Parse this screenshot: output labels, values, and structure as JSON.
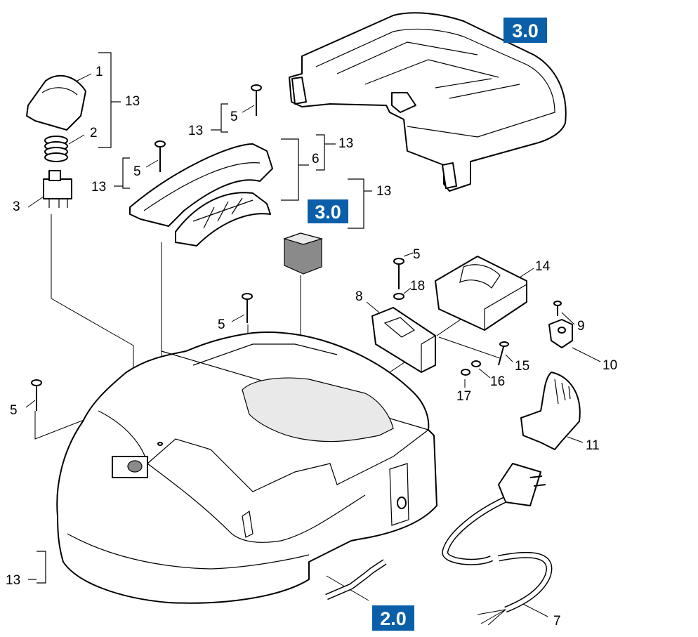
{
  "diagram": {
    "callouts": {
      "c1": "1",
      "c2": "2",
      "c3": "3",
      "c13a": "13",
      "c13b": "13",
      "c13c": "13",
      "c13d": "13",
      "c13e": "13",
      "c13f": "13",
      "c5a": "5",
      "c5b": "5",
      "c5c": "5",
      "c5d": "5",
      "c5e": "5",
      "c6": "6",
      "c7": "7",
      "c8": "8",
      "c9": "9",
      "c10": "10",
      "c11": "11",
      "c14": "14",
      "c15": "15",
      "c16": "16",
      "c17": "17",
      "c18": "18"
    },
    "badges": {
      "b30_top": "3.0",
      "b30_mid": "3.0",
      "b20": "2.0"
    },
    "colors": {
      "badge_fill": "#0a5fa8",
      "line": "#000000",
      "background": "#ffffff",
      "part_fill": "#ffffff",
      "shade": "#e9e9e9",
      "dark": "#8a8a8a"
    }
  }
}
